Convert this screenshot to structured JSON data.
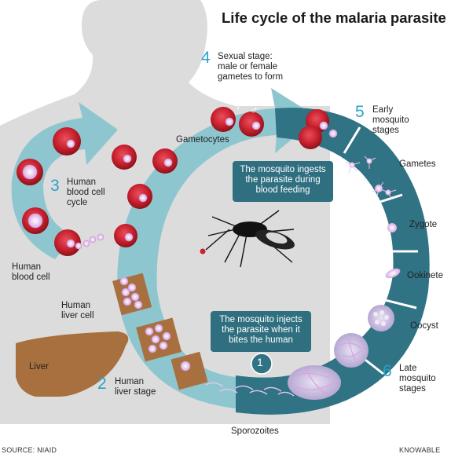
{
  "title": "Life cycle of the malaria parasite",
  "stages": {
    "s1": {
      "number": "1"
    },
    "s2": {
      "number": "2",
      "label": "Human\nliver stage"
    },
    "s3": {
      "number": "3",
      "label": "Human\nblood cell\ncycle"
    },
    "s4": {
      "number": "4",
      "label": "Sexual stage:\nmale or female\ngametes to form"
    },
    "s5": {
      "number": "5",
      "label": "Early\nmosquito\nstages"
    },
    "s6": {
      "number": "6",
      "label": "Late\nmosquito\nstages"
    }
  },
  "labels": {
    "gametocytes": "Gametocytes",
    "gametes": "Gametes",
    "zygote": "Zygote",
    "ookinete": "Ookinete",
    "oocyst": "Oocyst",
    "sporozoites": "Sporozoites",
    "human_blood_cell": "Human\nblood cell",
    "human_liver_cell": "Human\nliver cell",
    "liver": "Liver",
    "female_symbol": "♀",
    "male_symbol": "♂"
  },
  "callouts": {
    "ingest": "The mosquito ingests\nthe parasite during\nblood feeding",
    "inject": "The mosquito injects\nthe parasite when it\nbites the human"
  },
  "footer": {
    "source": "SOURCE: NIAID",
    "credit": "KNOWABLE MAGAZINE"
  },
  "colors": {
    "human_arrow": "#8ec6cf",
    "mosquito_ring": "#2f7384",
    "blood_cell": "#c8202e",
    "liver": "#a9703f",
    "silhouette": "#dcdcdc",
    "accent_number": "#2aa3c9"
  }
}
